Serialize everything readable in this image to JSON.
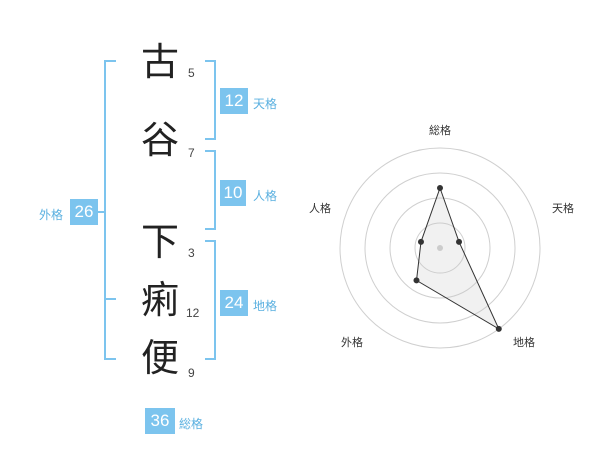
{
  "name": {
    "chars": [
      {
        "char": "古",
        "strokes": "5"
      },
      {
        "char": "谷",
        "strokes": "7"
      },
      {
        "char": "下",
        "strokes": "3"
      },
      {
        "char": "痢",
        "strokes": "12"
      },
      {
        "char": "便",
        "strokes": "9"
      }
    ]
  },
  "fortune": {
    "tenkaku": {
      "value": "12",
      "label": "天格"
    },
    "jinkaku": {
      "value": "10",
      "label": "人格"
    },
    "chikaku": {
      "value": "24",
      "label": "地格"
    },
    "gaikaku": {
      "value": "26",
      "label": "外格"
    },
    "soukaku": {
      "value": "36",
      "label": "総格"
    }
  },
  "colors": {
    "accent": "#7cc4ee",
    "accent_text": "#5ab0e0"
  },
  "chart_data": {
    "type": "radar",
    "axes": [
      "総格",
      "天格",
      "地格",
      "外格",
      "人格"
    ],
    "max": 5,
    "rings": 4,
    "values": [
      3,
      1,
      5,
      2,
      1
    ]
  }
}
